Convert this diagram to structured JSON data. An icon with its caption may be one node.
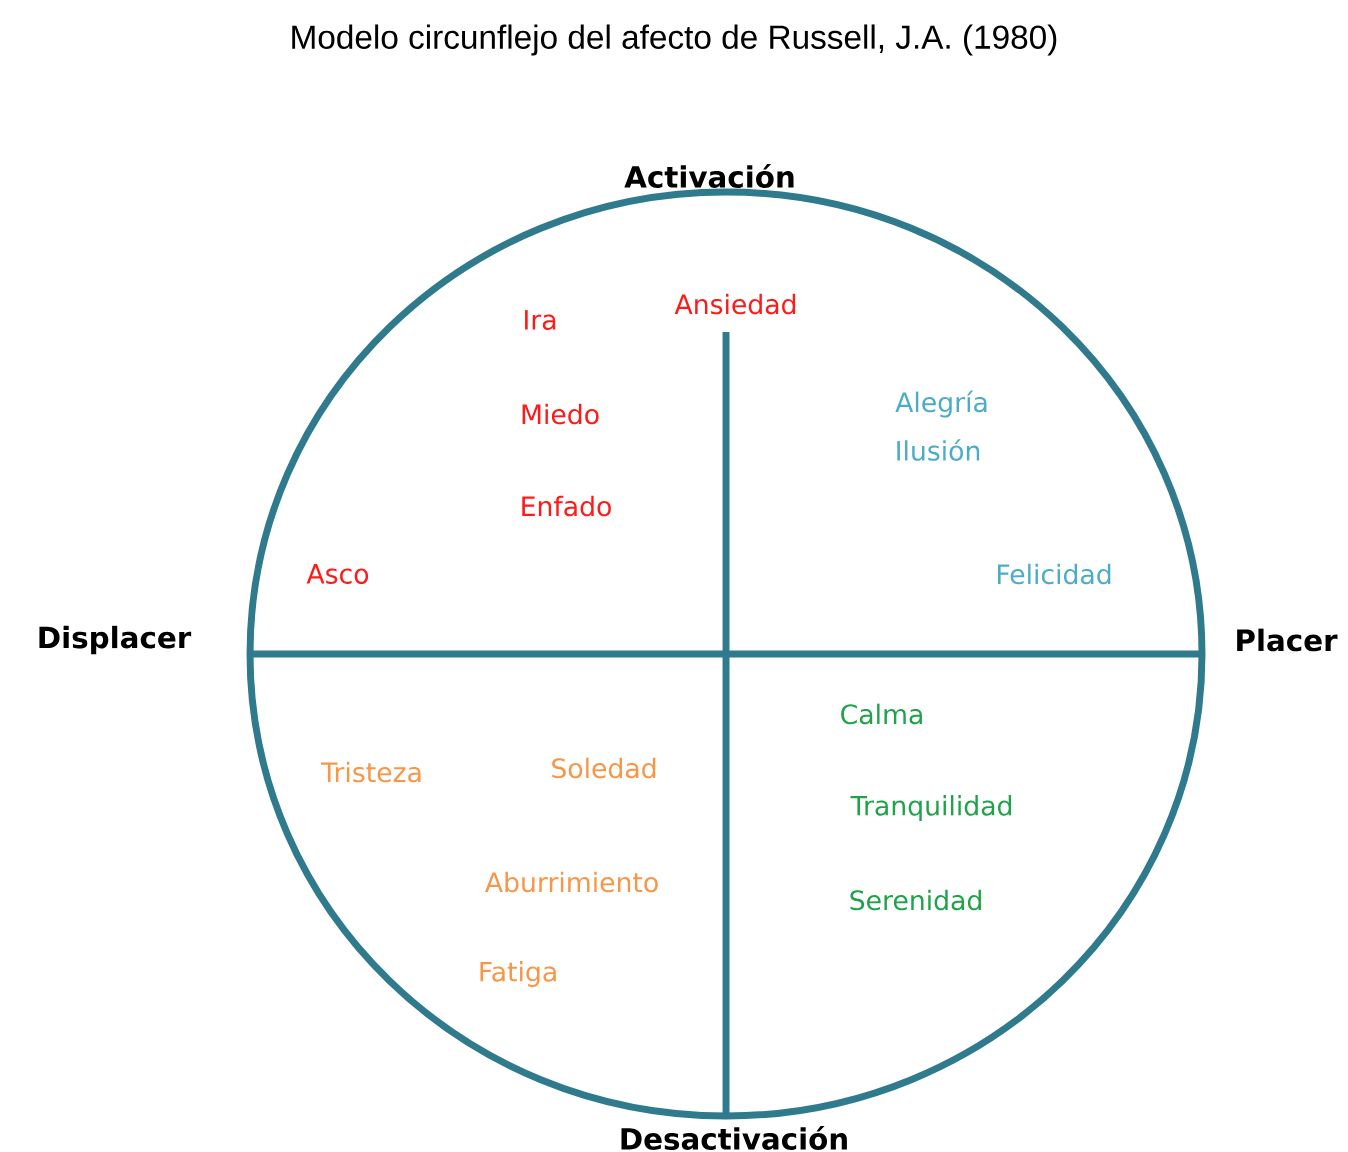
{
  "diagram": {
    "title": "Modelo circunflejo del afecto de Russell, J.A. (1980)",
    "labels": [
      "Activación",
      "Ira",
      "Ansiedad",
      "Miedo",
      "Alegría",
      "Ilusión",
      "Enfado",
      "Asco",
      "Felicidad",
      "Displacer",
      "Placer",
      "Calma",
      "Tristeza",
      "Soledad",
      "Tranquilidad",
      "Aburrimiento",
      "Serenidad",
      "Fatiga",
      "Desactivación"
    ]
  }
}
